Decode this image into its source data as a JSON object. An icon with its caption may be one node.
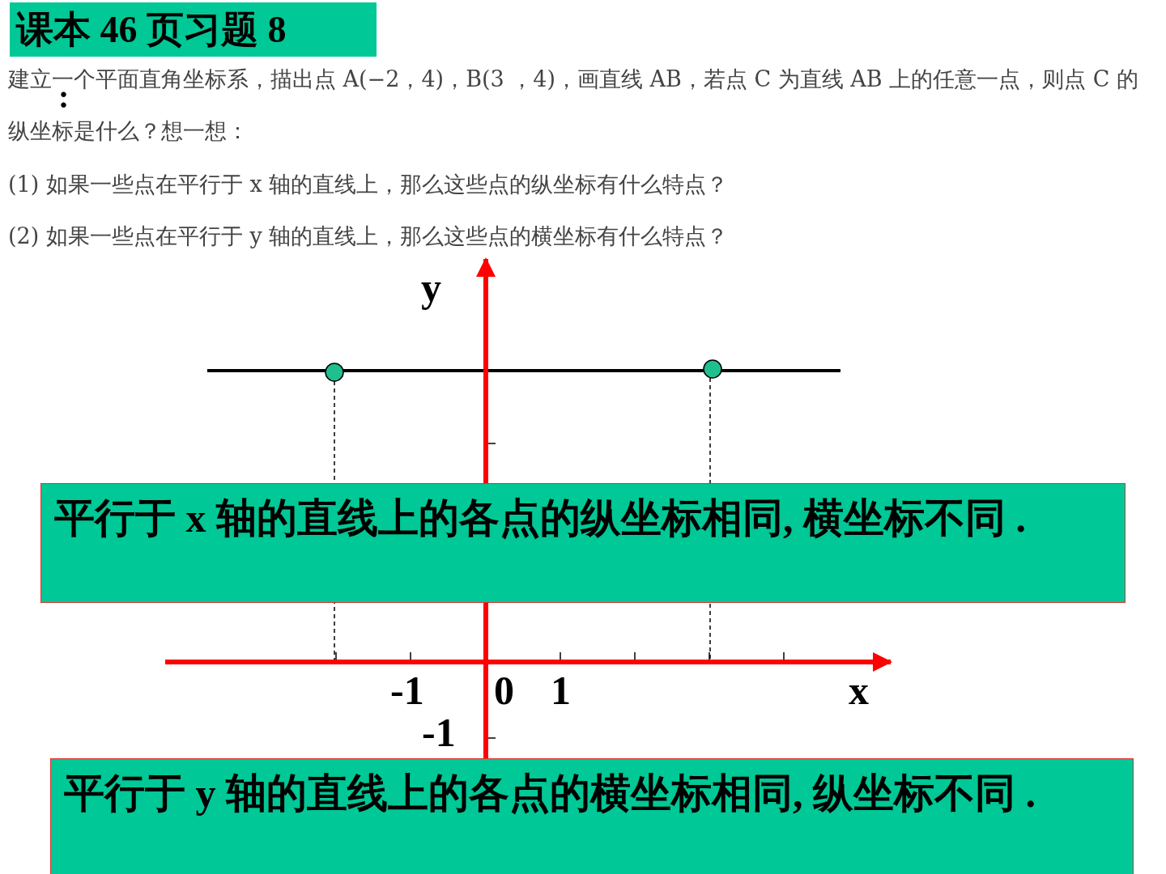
{
  "diagram": {
    "title": "课本 46 页习题 8",
    "nodes": [
      {
        "text": [
          "平行于 x 轴的直线上的各点的纵坐标相同, 横坐标不同 ."
        ]
      },
      {
        "text": [
          "平行于 y 轴的直线上的各点的横坐标相同, 纵坐标不同 ."
        ]
      }
    ],
    "labels": [
      ":",
      "建立一个平面直角坐标系，描出点 A(−2，4)，B(3 ，4)，画直线 AB，若点 C 为直线 AB 上的任意一点，则点 C 的纵坐标是什么？想一想：",
      "(1) 如果一些点在平行于 x 轴的直线上，那么这些点的纵坐标有什么特点？",
      "(2) 如果一些点在平行于 y 轴的直线上，那么这些点的横坐标有什么特点？",
      "y",
      "-1",
      "0",
      "1",
      "x",
      "-1"
    ]
  }
}
